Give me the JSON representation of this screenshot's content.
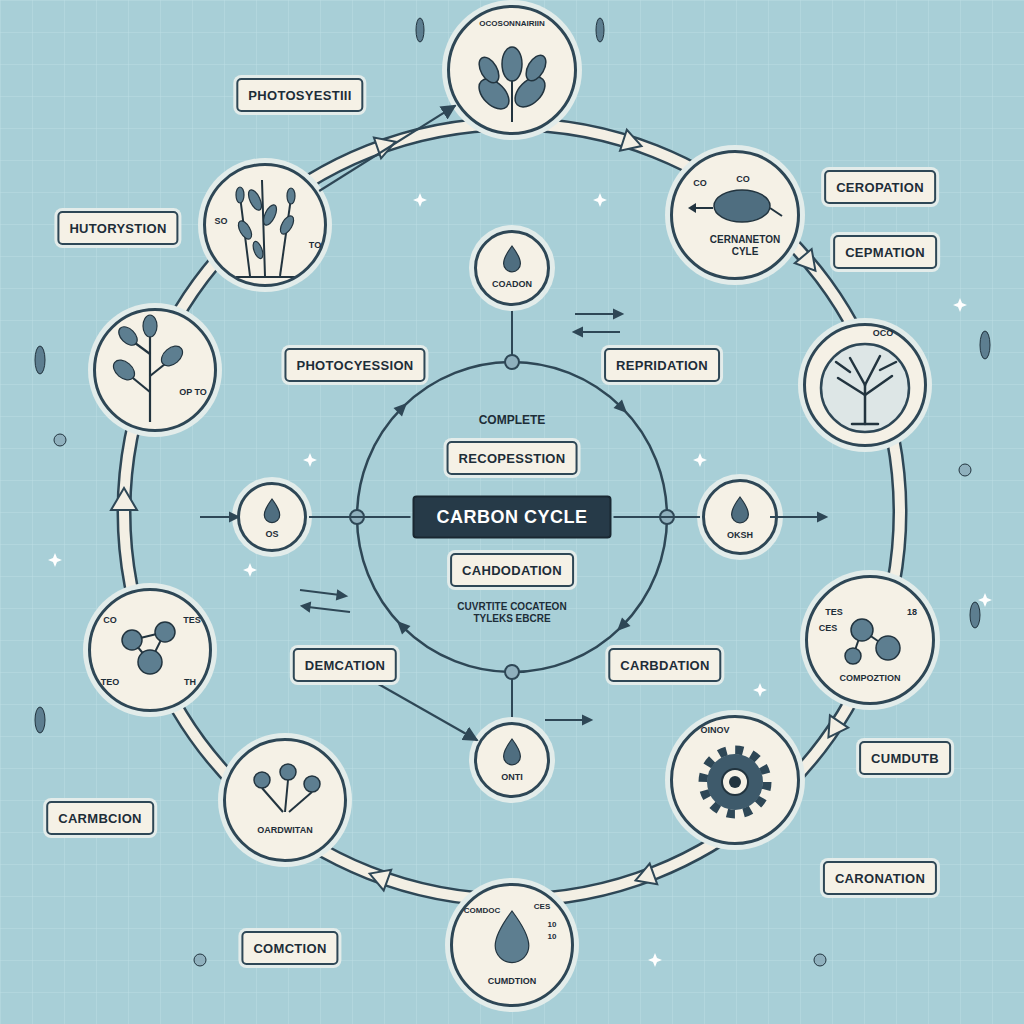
{
  "diagram": {
    "nodes": [
      {
        "text": [
          "PHOTOSYESTIII"
        ]
      },
      {
        "text": [
          "OCOSONNAIRIIN"
        ]
      },
      {
        "text": [
          "CEROPATION"
        ]
      },
      {
        "text": [
          "HUTORYSTION"
        ]
      },
      {
        "text": [
          "SO",
          "TO"
        ]
      },
      {
        "text": [
          "CO",
          "CO",
          "CERNANETON CYLE"
        ]
      },
      {
        "text": [
          "CEPMATION"
        ]
      },
      {
        "text": [
          "COADON"
        ]
      },
      {
        "text": [
          "PHOTOCYESSION"
        ]
      },
      {
        "text": [
          "REPRIDATION"
        ]
      },
      {
        "text": [
          "OP TO"
        ]
      },
      {
        "text": [
          "OCO"
        ]
      },
      {
        "text": [
          "RECOPESSTION"
        ]
      },
      {
        "text": [
          "OS"
        ]
      },
      {
        "text": [
          "CARBON CYCLE"
        ]
      },
      {
        "text": [
          "OKSH"
        ]
      },
      {
        "text": [
          "CAHDODATION"
        ]
      },
      {
        "text": [
          "CO",
          "TES",
          "TEO",
          "TH"
        ]
      },
      {
        "text": [
          "TES",
          "CES",
          "18",
          "COMPOZTION"
        ]
      },
      {
        "text": [
          "DEMCATION"
        ]
      },
      {
        "text": [
          "CARBDATION"
        ]
      },
      {
        "text": [
          "ONTI"
        ]
      },
      {
        "text": [
          "CUMDUTB"
        ]
      },
      {
        "text": [
          "OARDWITAN"
        ]
      },
      {
        "text": [
          "OINOV"
        ]
      },
      {
        "text": [
          "CARMBCION"
        ]
      },
      {
        "text": [
          "CARONATION"
        ]
      },
      {
        "text": [
          "COMDOC",
          "CES",
          "10",
          "10",
          "CUMDTION"
        ]
      },
      {
        "text": [
          "COMCTION"
        ]
      }
    ],
    "edges": [
      {
        "from": 4,
        "to": 1,
        "arrow": "to"
      },
      {
        "from": 13,
        "to": 14,
        "arrow": "none"
      },
      {
        "from": 14,
        "to": 15,
        "arrow": "none"
      },
      {
        "from": 19,
        "to": 21,
        "arrow": "to"
      }
    ],
    "labels": [
      "COMPLETE",
      "CUVRTITE COCATEON TYLEKS EBCRE"
    ]
  }
}
